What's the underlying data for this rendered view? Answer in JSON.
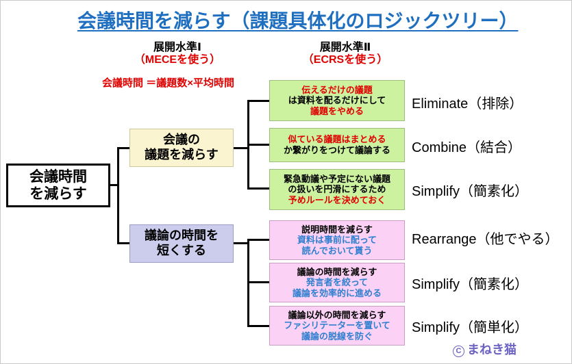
{
  "title": "会議時間を減らす（課題具体化のロジックツリー）",
  "column_headers": [
    {
      "main": "展開水準Ⅰ",
      "sub": "（MECEを使う）"
    },
    {
      "main": "展開水準Ⅱ",
      "sub": "（ECRSを使う）"
    }
  ],
  "formula": {
    "line1": "会議時間",
    "line2": "＝議題数×平均時間"
  },
  "root": {
    "line1": "会議時間",
    "line2": "を減らす"
  },
  "level1": [
    {
      "line1": "会議の",
      "line2": "議題を減らす",
      "color": "#fbf4d0"
    },
    {
      "line1": "議論の時間を",
      "line2": "短くする",
      "color": "#ccccec"
    }
  ],
  "level2": [
    {
      "color": "#ccf2a0",
      "lines": [
        {
          "text": "伝えるだけの議題",
          "color": "red"
        },
        {
          "text": "は資料を配るだけにして",
          "color": "black"
        },
        {
          "text": "議題をやめる",
          "color": "red"
        }
      ]
    },
    {
      "color": "#ccf2a0",
      "lines": [
        {
          "text": "似ている議題はまとめる",
          "color": "red"
        },
        {
          "text": "か繋がりをつけて議論する",
          "color": "black"
        }
      ]
    },
    {
      "color": "#ccf2a0",
      "lines": [
        {
          "text": "緊急動議や予定にない議題",
          "color": "black"
        },
        {
          "text": "の扱いを円滑にするため",
          "color": "black"
        },
        {
          "text": "予めルールを決めておく",
          "color": "red"
        }
      ]
    },
    {
      "color": "#fbd2f5",
      "lines": [
        {
          "text": "説明時間を減らす",
          "color": "black"
        },
        {
          "text": "資料は事前に配って",
          "color": "blue"
        },
        {
          "text": "読んでおいて貰う",
          "color": "blue"
        }
      ]
    },
    {
      "color": "#fbd2f5",
      "lines": [
        {
          "text": "議論の時間を減らす",
          "color": "black"
        },
        {
          "text": "発言者を絞って",
          "color": "blue"
        },
        {
          "text": "議論を効率的に進める",
          "color": "blue"
        }
      ]
    },
    {
      "color": "#fbd2f5",
      "lines": [
        {
          "text": "議論以外の時間を減らす",
          "color": "black"
        },
        {
          "text": "ファシリテーターを置いて",
          "color": "blue"
        },
        {
          "text": "議論の脱線を防ぐ",
          "color": "blue"
        }
      ]
    }
  ],
  "ecrs_labels": [
    "Eliminate（排除）",
    "Combine（結合）",
    "Simplify（簡素化）",
    "Rearrange（他でやる）",
    "Simplify（簡素化）",
    "Simplify（簡単化）"
  ],
  "credit": {
    "mark": "C",
    "text": "まねき猫"
  },
  "colors": {
    "title": "#1f6fc0",
    "accent_red": "#e00000",
    "accent_blue": "#2f7fd0",
    "green_box": "#ccf2a0",
    "pink_box": "#fbd2f5",
    "yellow_box": "#fbf4d0",
    "lavender_box": "#ccccec",
    "credit": "#6b62c4"
  }
}
